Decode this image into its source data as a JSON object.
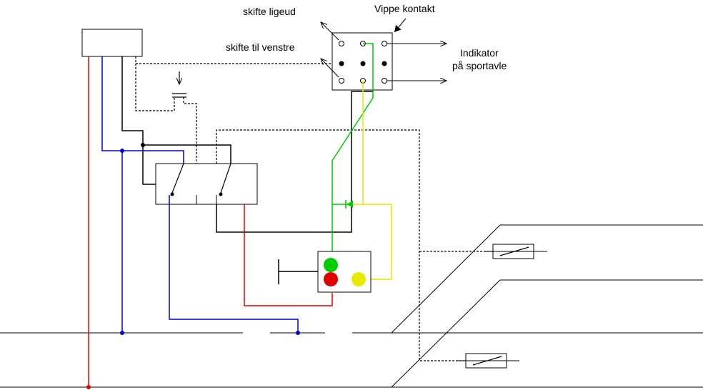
{
  "labels": {
    "straight": "skifte ligeud",
    "left": "skifte til venstre",
    "toggle": "Vippe kontakt",
    "indicator_line1": "Indikator",
    "indicator_line2": "på sportavle"
  },
  "colors": {
    "black": "#000000",
    "red": "#e00000",
    "blue": "#0000cc",
    "green": "#00cc00",
    "yellow": "#e8e800",
    "box_fill": "#ffffff"
  }
}
